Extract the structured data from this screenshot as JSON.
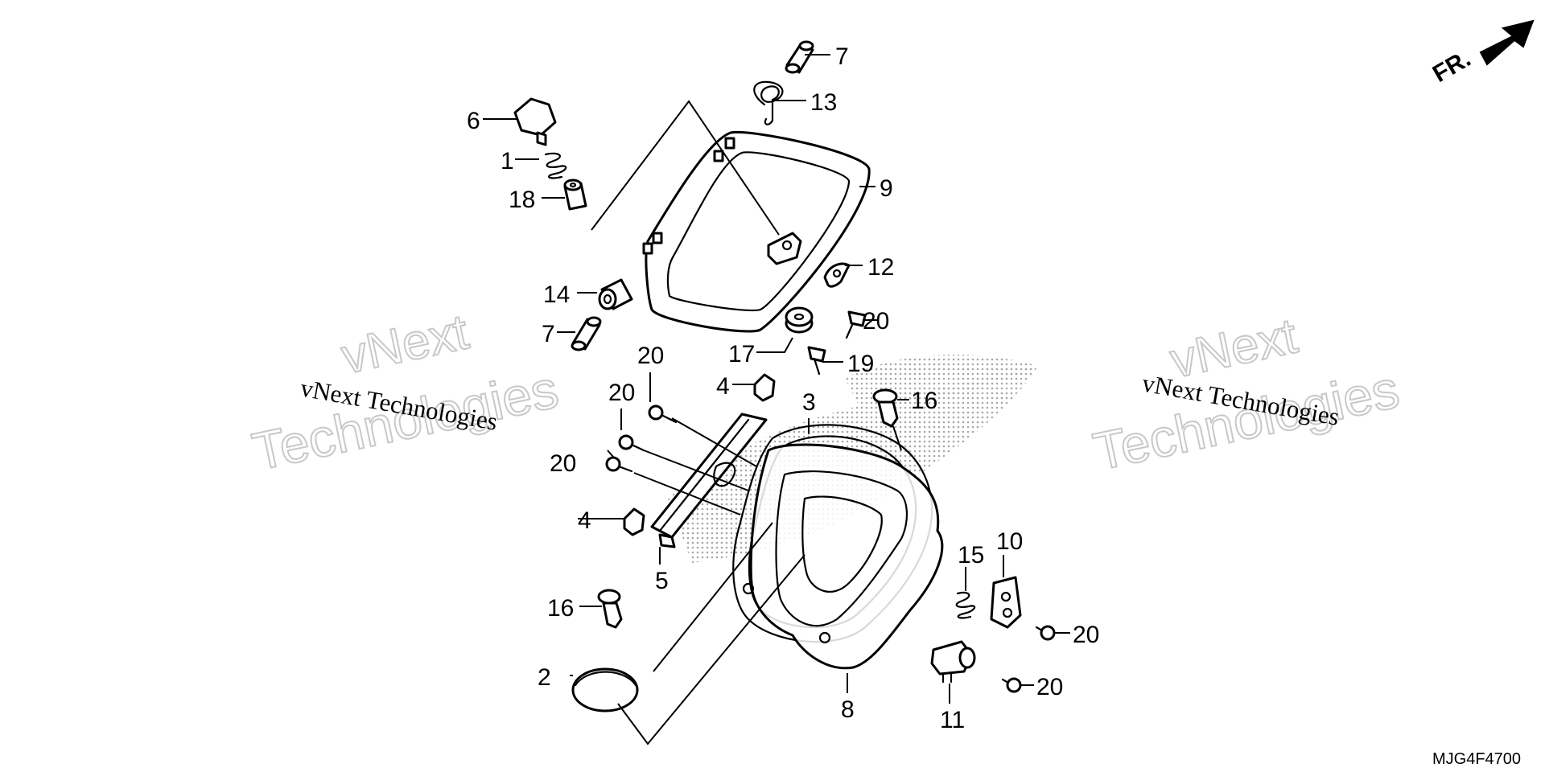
{
  "diagram": {
    "direction_label": "FR.",
    "reference_code": "MJG4F4700",
    "watermarks": [
      {
        "line1": "vNext",
        "line2": "Technologies",
        "caption": "vNext Technologies"
      },
      {
        "line1": "vNext",
        "line2": "Technologies",
        "caption": "vNext Technologies"
      }
    ],
    "callouts": [
      {
        "label": "7"
      },
      {
        "label": "13"
      },
      {
        "label": "6"
      },
      {
        "label": "1"
      },
      {
        "label": "18"
      },
      {
        "label": "9"
      },
      {
        "label": "12"
      },
      {
        "label": "20"
      },
      {
        "label": "14"
      },
      {
        "label": "7"
      },
      {
        "label": "17"
      },
      {
        "label": "19"
      },
      {
        "label": "20"
      },
      {
        "label": "4"
      },
      {
        "label": "20"
      },
      {
        "label": "3"
      },
      {
        "label": "16"
      },
      {
        "label": "20"
      },
      {
        "label": "4"
      },
      {
        "label": "5"
      },
      {
        "label": "15"
      },
      {
        "label": "10"
      },
      {
        "label": "16"
      },
      {
        "label": "20"
      },
      {
        "label": "2"
      },
      {
        "label": "20"
      },
      {
        "label": "8"
      },
      {
        "label": "11"
      }
    ]
  }
}
